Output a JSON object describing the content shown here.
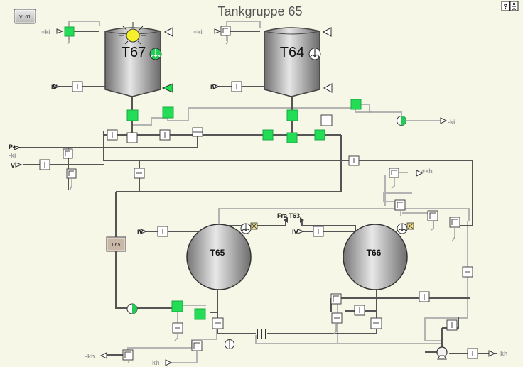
{
  "title": "Tankgruppe 65",
  "top_left_button": "VL61",
  "tanks": {
    "t67": "T67",
    "t64": "T64",
    "t65": "T65",
    "t66": "T66"
  },
  "labels": {
    "plus_ki_1": "+ki",
    "plus_ki_2": "+ki",
    "iv_1": "IV",
    "iv_2": "IV",
    "iv_3": "IV",
    "iv_4": "IV",
    "p_plus": "P+",
    "minus_ki_left": "-ki",
    "v": "V",
    "minus_ki_right": "-ki",
    "plus_kh": "+kh",
    "fra": "Fra T63",
    "minus_kh_left": "-kh",
    "minus_kh_bottom": "-kh",
    "minus_kh_right": "-kh"
  },
  "l65_button": "L65",
  "colors": {
    "active_valve": "#22dd55",
    "pipe_dark": "#555555",
    "pipe_light": "#b4b4b4",
    "background": "#f7f7e8"
  },
  "icons": [
    "help-icon",
    "person-icon"
  ]
}
